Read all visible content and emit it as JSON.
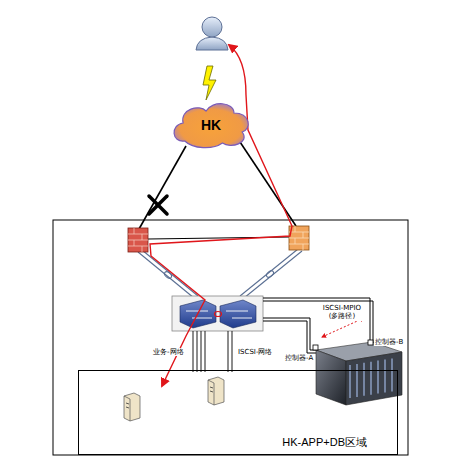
{
  "diagram": {
    "nodes": [
      {
        "text": [
          "HK"
        ]
      },
      {
        "text": [
          "HK-APP+DB区域"
        ]
      }
    ],
    "labels": [
      "ISCSI-MPIO (多路径)",
      "业务-网络",
      "ISCSI-网络",
      "控制器-A",
      "控制器-B"
    ]
  }
}
